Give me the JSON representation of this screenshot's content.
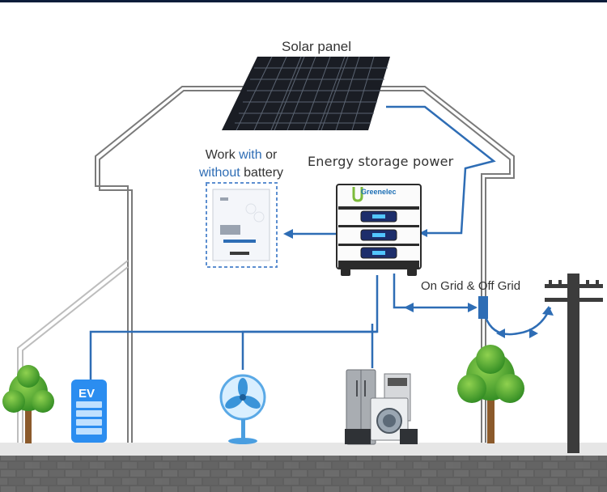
{
  "labels": {
    "solar_panel": "Solar panel",
    "energy_storage": "Energy storage power",
    "grid": "On Grid & Off Grid",
    "work_part1": "Work ",
    "work_with": "with",
    "work_part2": " or",
    "work_without": "without",
    "work_part3": " battery",
    "brand": "Greenelec",
    "ev": "EV"
  },
  "colors": {
    "line_blue": "#2e6db5",
    "house_outline": "#7a7a7a",
    "accent_text": "#2e6db5"
  },
  "icons": [
    "solar-panel-icon",
    "inverter-icon",
    "battery-stack-icon",
    "ev-charger-icon",
    "fan-icon",
    "appliances-icon",
    "tree-icon",
    "utility-pole-icon",
    "meter-icon"
  ]
}
